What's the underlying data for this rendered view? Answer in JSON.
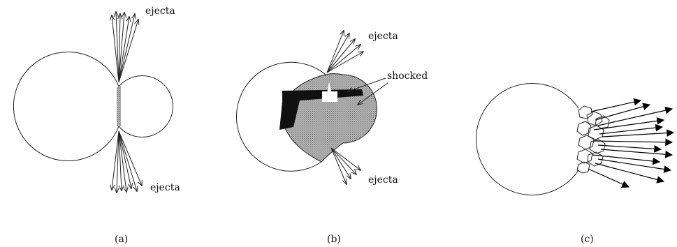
{
  "panels": [
    {
      "id": "a",
      "caption": "(a)",
      "labels": {
        "top": "ejecta",
        "bottom": "ejecta"
      }
    },
    {
      "id": "b",
      "caption": "(b)",
      "labels": {
        "top": "ejecta",
        "shocked": "shocked",
        "bottom": "ejecta"
      }
    },
    {
      "id": "c",
      "caption": "(c)"
    }
  ],
  "colors": {
    "line": "#222222",
    "shocked_gray": "#9a9a9a",
    "dark": "#111111",
    "background": "#ffffff"
  }
}
